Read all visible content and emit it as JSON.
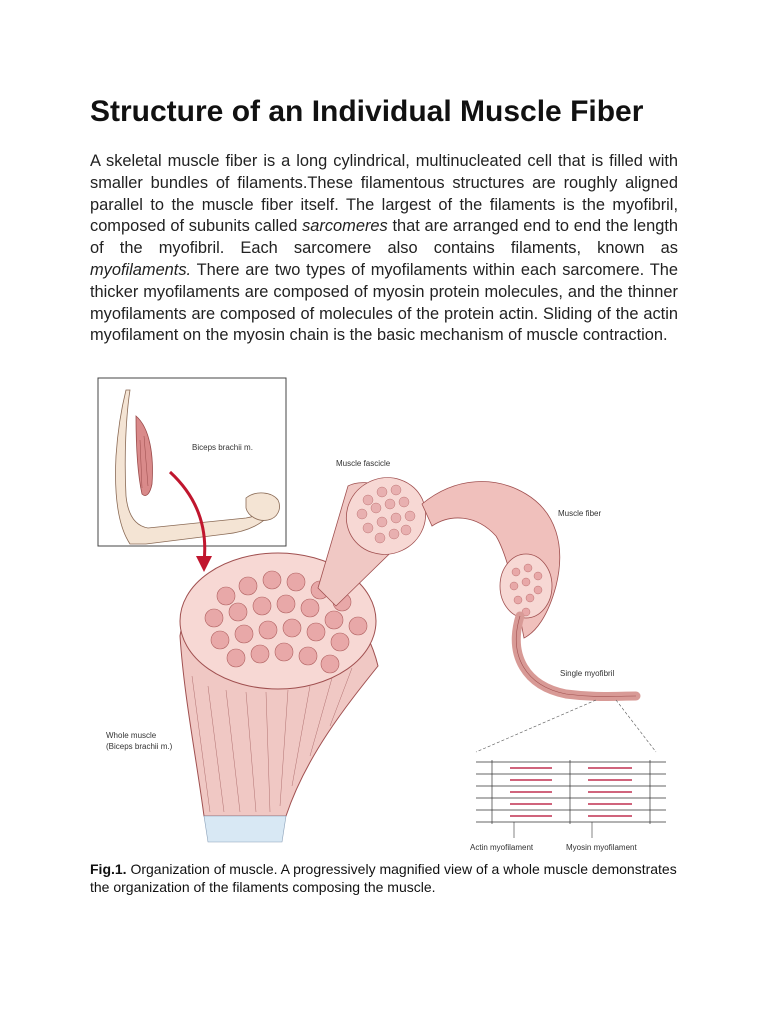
{
  "document": {
    "title": "Structure of an Individual Muscle Fiber",
    "paragraph": {
      "p1": "A skeletal muscle fiber is a long cylindrical, multinucleated cell that is filled with smaller bundles of filaments.These filamentous structures are roughly aligned parallel to the muscle fiber itself. The largest of the filaments is the myofibril, composed of subunits called ",
      "em1": "sarcomeres",
      "p2": " that are arranged end to end the length of the myofibril. Each sarcomere also contains filaments, known as ",
      "em2": "myofilaments.",
      "p3": " There are two types of myofilaments within each sarcomere. The thicker myofilaments are composed of myosin protein molecules, and the thinner myofilaments are composed of molecules of the protein actin. Sliding of the actin myofilament on the myosin chain is the basic mechanism of muscle contraction."
    },
    "figure": {
      "labels": {
        "biceps": "Biceps brachii m.",
        "fascicle": "Muscle fascicle",
        "fiber": "Muscle fiber",
        "myofibril": "Single myofibril",
        "whole_muscle_1": "Whole muscle",
        "whole_muscle_2": "(Biceps brachii m.)",
        "actin": "Actin myofilament",
        "myosin": "Myosin myofilament"
      }
    },
    "caption": {
      "label": "Fig.1.",
      "text": " Organization of muscle. A progressively magnified view of a whole muscle demonstrates the organization of the filaments composing the muscle."
    }
  }
}
